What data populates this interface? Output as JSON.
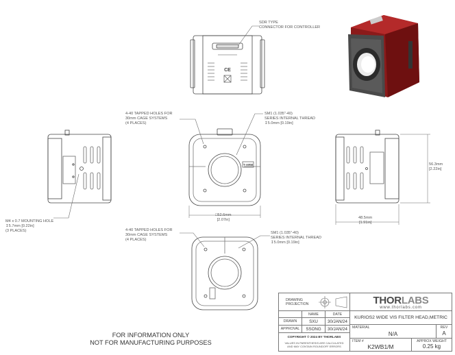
{
  "notes": {
    "sdr_line1": "SDR TYPE",
    "sdr_line2": "CONNECTOR FOR CONTROLLER",
    "holes_top_1": "4-40 TAPPED HOLES FOR",
    "holes_top_2": "30mm CAGE SYSTEMS",
    "holes_top_3": "(4 PLACES)",
    "sm1_top_1": "SM1 (1.035\"-40)",
    "sm1_top_2": "SERIES INTERNAL THREAD",
    "sm1_top_3": "↧5.0mm [0.19in]",
    "m4_1": "M4 x 0.7 MOUNTING HOLE",
    "m4_2": "↧5.7mm [0.22in]",
    "m4_3": "(3 PLACES)",
    "holes_bot_1": "4-40 TAPPED HOLES FOR",
    "holes_bot_2": "30mm CAGE SYSTEMS",
    "holes_bot_3": "(4 PLACES)",
    "sm1_bot_1": "SM1 (1.035\"-40)",
    "sm1_bot_2": "SERIES INTERNAL THREAD",
    "sm1_bot_3": "↧5.0mm [0.19in]"
  },
  "dims": {
    "width_mm": "□52.6mm",
    "width_in": "[2.07in]",
    "depth_mm": "48.5mm",
    "depth_in": "[1.91in]",
    "height_mm": "56.3mm",
    "height_in": "[2.22in]"
  },
  "disclaimer": {
    "line1": "FOR INFORMATION ONLY",
    "line2": "NOT FOR MANUFACTURING PURPOSES"
  },
  "title_block": {
    "projection_l1": "DRAWING",
    "projection_l2": "PROJECTION",
    "brand_dark": "THOR",
    "brand_light": "LABS",
    "website": "www.thorlabs.com",
    "col_name": "NAME",
    "col_date": "DATE",
    "drawn_label": "DRAWN",
    "drawn_name": "SXU",
    "drawn_date": "30/JAN/24",
    "approval_label": "APPROVAL",
    "approval_name": "SSONG",
    "approval_date": "30/JAN/24",
    "copyright": "COPYRIGHT © 2024 BY THORLABS",
    "tolerance_1": "VALUES IN PARENTHESIS ARE CALCULATED",
    "tolerance_2": "AND MAY CONTAIN ROUNDOFF ERRORS",
    "description": "KURIOS2 WIDE VIS FILTER HEAD,METRIC",
    "material_label": "MATERIAL",
    "material_value": "N/A",
    "rev_label": "REV",
    "rev_value": "A",
    "item_label": "ITEM #",
    "item_value": "K2WB1/M",
    "weight_label": "APPROX WEIGHT",
    "weight_value": "0.25 kg"
  },
  "product_labels": {
    "ce": "CE",
    "front_tag": "T-ARM"
  }
}
